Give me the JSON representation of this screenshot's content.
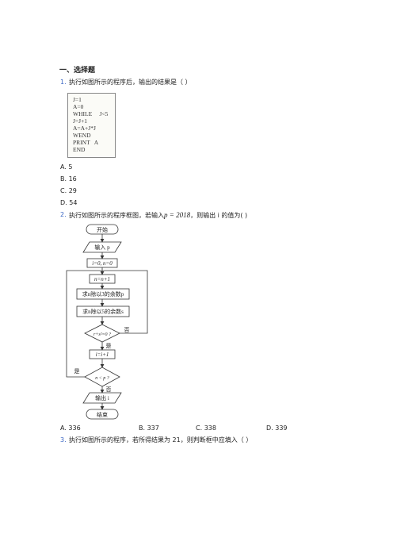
{
  "section_title": "一、选择题",
  "q1": {
    "number": "1.",
    "text": "执行如图所示的程序后，输出的结果是（    ）",
    "code_lines": [
      "J=1",
      "A=0",
      "WHILE     J<5",
      "J=J+1",
      "A=A+J*J",
      "WEND",
      "PRINT   A",
      "END"
    ],
    "options": [
      {
        "label": "A.",
        "value": "5"
      },
      {
        "label": "B.",
        "value": "16"
      },
      {
        "label": "C.",
        "value": "29"
      },
      {
        "label": "D.",
        "value": "54"
      }
    ]
  },
  "q2": {
    "number": "2.",
    "text_before": "执行如图所示的程序框图，若输入",
    "math": "p = 2018",
    "text_after": "，则输出 i 的值为(    )",
    "flowchart": {
      "start": "开始",
      "input": "输入 p",
      "init": "i=0, n=0",
      "step": "n=n+1",
      "mod3": "求n除以3的余数p",
      "mod5": "求n除以5的余数s",
      "cond1": "r+s²=0 ?",
      "no_label": "否",
      "yes_label_1": "是",
      "incr": "i=i+1",
      "cond2": "n < p ?",
      "yes_label_2": "是",
      "no_label_2": "否",
      "output": "输出 i",
      "end": "结束"
    },
    "options": [
      {
        "label": "A.",
        "value": "336"
      },
      {
        "label": "B.",
        "value": "337"
      },
      {
        "label": "C.",
        "value": "338"
      },
      {
        "label": "D.",
        "value": "339"
      }
    ]
  },
  "q3": {
    "number": "3.",
    "text": "执行如图所示的程序，若所得结果为 21，则判断框中应填入（    ）"
  }
}
